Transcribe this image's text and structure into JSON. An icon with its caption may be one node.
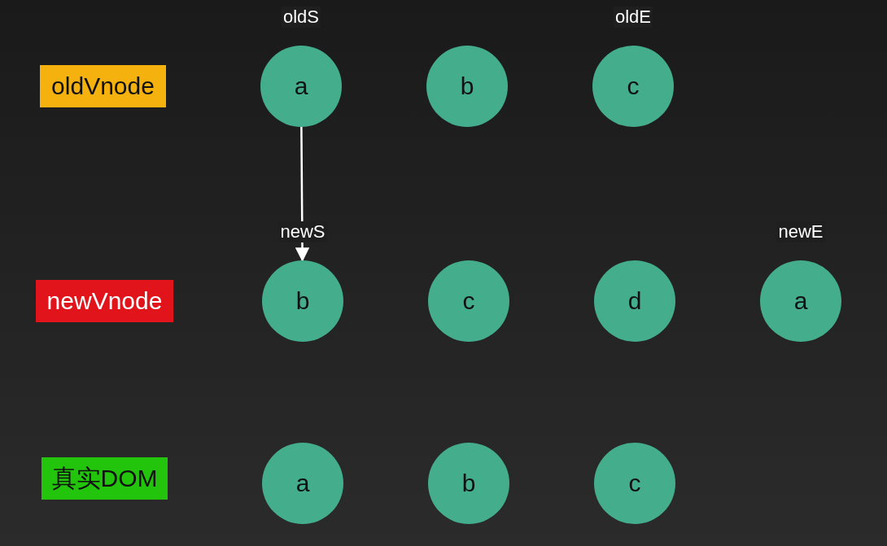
{
  "diagram": {
    "nodes": [
      {
        "text": [
          "oldVnode"
        ]
      },
      {
        "text": [
          "a"
        ],
        "beside": [
          "oldS"
        ]
      },
      {
        "text": [
          "b"
        ]
      },
      {
        "text": [
          "c"
        ],
        "beside": [
          "oldE"
        ]
      },
      {
        "text": [
          "newVnode"
        ]
      },
      {
        "text": [
          "b"
        ],
        "beside": [
          "newS"
        ]
      },
      {
        "text": [
          "c"
        ]
      },
      {
        "text": [
          "d"
        ]
      },
      {
        "text": [
          "a"
        ],
        "beside": [
          "newE"
        ]
      },
      {
        "text": [
          "真实DOM"
        ]
      },
      {
        "text": [
          "a"
        ]
      },
      {
        "text": [
          "b"
        ]
      },
      {
        "text": [
          "c"
        ]
      }
    ],
    "edges": [
      {
        "from": 1,
        "to": 5,
        "arrow": "to"
      }
    ]
  }
}
